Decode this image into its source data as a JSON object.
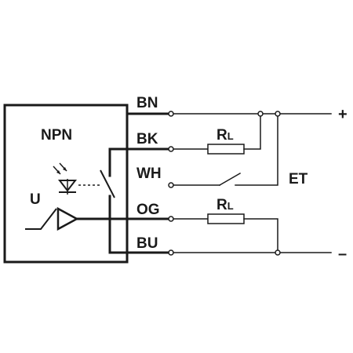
{
  "sensor": {
    "type_label": "NPN",
    "voltage_label": "U"
  },
  "terminals": [
    "BN",
    "BK",
    "WH",
    "OG",
    "BU"
  ],
  "resistors": {
    "rl_top": {
      "main": "R",
      "sub": "L"
    },
    "rl_bottom": {
      "main": "R",
      "sub": "L"
    }
  },
  "external_label": "ET",
  "supply": {
    "positive": "+",
    "negative": "–"
  },
  "colors": {
    "line": "#1a1a1a",
    "background": "#ffffff"
  }
}
